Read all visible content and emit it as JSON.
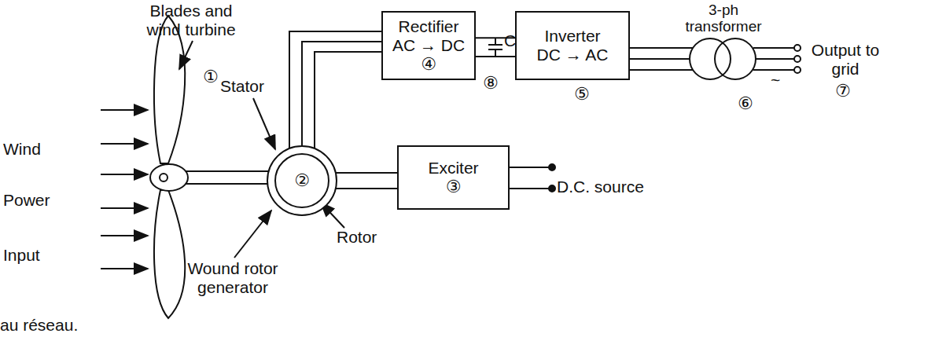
{
  "diagram": {
    "nodes": [
      {
        "text": [
          "Rectifier",
          "AC → DC",
          "④"
        ]
      },
      {
        "text": [
          "Inverter",
          "DC → AC"
        ]
      },
      {
        "text": [
          "3-ph transformer"
        ]
      },
      {
        "text": [
          "②"
        ]
      },
      {
        "text": [
          "Exciter",
          "③"
        ]
      }
    ],
    "edges": [
      {
        "from": 3,
        "to": 0,
        "arrow": "none"
      },
      {
        "from": 0,
        "to": 1,
        "arrow": "none"
      },
      {
        "from": 1,
        "to": 2,
        "arrow": "none"
      },
      {
        "from": 3,
        "to": 4,
        "arrow": "none"
      }
    ],
    "labels": [
      "Blades and wind turbine",
      "①",
      "Wind",
      "Power",
      "Input",
      "Stator",
      "Rotor",
      "Wound rotor generator",
      "C",
      "⑧",
      "⑤",
      "⑥",
      "~",
      "Output to grid",
      "⑦",
      "D.C. source",
      "au réseau."
    ]
  }
}
